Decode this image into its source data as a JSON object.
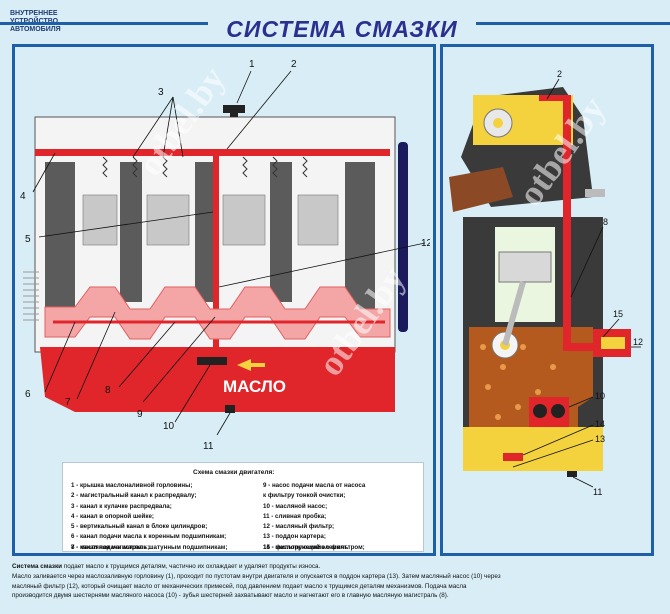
{
  "header": {
    "tag_lines": [
      "ВНУТРЕННЕЕ",
      "УСТРОЙСТВО",
      "АВТОМОБИЛЯ"
    ],
    "title": "СИСТЕМА СМАЗКИ"
  },
  "left_diagram": {
    "oil_label": "МАСЛО",
    "callouts": [
      "1",
      "2",
      "3",
      "4",
      "5",
      "6",
      "7",
      "8",
      "9",
      "10",
      "11",
      "12"
    ]
  },
  "right_diagram": {
    "callouts": [
      "2",
      "8",
      "15",
      "12",
      "10",
      "14",
      "13",
      "11"
    ]
  },
  "legend": {
    "heading": "Схема смазки двигателя:",
    "col1": [
      "1 - крышка маслоналивной горловины;",
      "2 - магистральный канал к распредвалу;",
      "3 - канал к кулачке распредвала;",
      "4 - канал в опорной шейке;",
      "5 - вертикальный канал в блоке цилиндров;",
      "6 - канал подачи масла к коренным подшипникам;",
      "7 - канал подачи масла к шатунным подшипникам;",
      "8 - масляная магистраль;"
    ],
    "col2": [
      "9 - насос подачи масла от насоса",
      "к фильтру тонкой очистки;",
      "10 - масляной насос;",
      "11 - сливная пробка;",
      "12 - масляный фильтр;",
      "13 - поддон картера;",
      "14 - маслоприемник с фильтром;",
      "15 - фильтрующий элемент."
    ]
  },
  "description": {
    "lead": "Система смазки",
    "line1": " подает масло к трущимся деталям, частично их охлаждает и удаляет продукты износа.",
    "line2": "Масло заливается через маслозаливную горловину (1), проходит по пустотам внутри двигателя и опускается в поддон картера (13). Затем масляный насос (10) через",
    "line3": "масляный фильтр (12), который очищает масло от механических примесей, под давлением подает масло к трущимся деталям механизмов. Подача масла",
    "line4": "производится двумя шестернями масляного насоса (10) - зубья шестерней захватывают масло и нагнетают его в главную масляную магистраль (8)."
  },
  "watermark": "otbel.by",
  "colors": {
    "frame": "#1f5fa8",
    "oil_red": "#e0262b",
    "pan_yellow": "#f3d23e",
    "engine_gray": "#5b5b5b"
  }
}
